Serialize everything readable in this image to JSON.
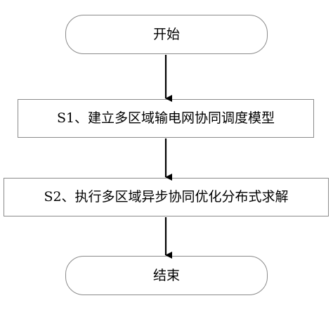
{
  "flowchart": {
    "nodes": [
      {
        "id": "start",
        "shape": "rounded",
        "label": "开始"
      },
      {
        "id": "s1",
        "shape": "rectangle",
        "label": "S1、建立多区域输电网协同调度模型"
      },
      {
        "id": "s2",
        "shape": "rectangle",
        "label": "S2、执行多区域异步协同优化分布式求解"
      },
      {
        "id": "end",
        "shape": "rounded",
        "label": "结束"
      }
    ],
    "edges": [
      {
        "from": "start",
        "to": "s1"
      },
      {
        "from": "s1",
        "to": "s2"
      },
      {
        "from": "s2",
        "to": "end"
      }
    ],
    "colors": {
      "border": "#8a8a8a",
      "arrow": "#000000",
      "text": "#000000",
      "background": "#ffffff"
    }
  }
}
